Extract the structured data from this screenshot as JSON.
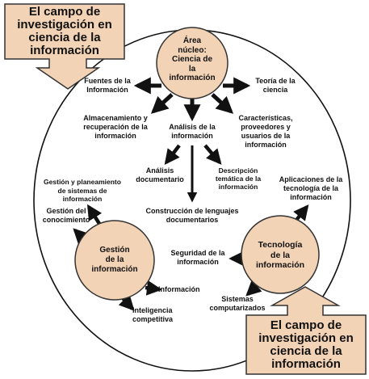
{
  "callouts": {
    "top": [
      "El campo de",
      "investigación en",
      "ciencia de la",
      "información"
    ],
    "bottom": [
      "El campo de",
      "investigación en",
      "ciencia de la",
      "información"
    ]
  },
  "nodes": {
    "core": [
      "Área",
      "núcleo:",
      "Ciencia de",
      "la",
      "información"
    ],
    "management": [
      "Gestión",
      "de la",
      "información"
    ],
    "technology": [
      "Tecnología",
      "de la",
      "información"
    ]
  },
  "labels": {
    "fuentes": [
      "Fuentes de la",
      "Información"
    ],
    "teoria": [
      "Teoría de la",
      "ciencia"
    ],
    "almacenamiento": [
      "Almacenamiento y",
      "recuperación de la",
      "información"
    ],
    "analisis": [
      "Análisis de la",
      "información"
    ],
    "caracteristicas": [
      "Características,",
      "proveedores y",
      "usuarios de la",
      "información"
    ],
    "analisis_doc": [
      "Análisis",
      "documentario"
    ],
    "descripcion": [
      "Descripción",
      "temática de la",
      "información"
    ],
    "construccion": [
      "Construcción de lenguajes",
      "documentarios"
    ],
    "gestion_planeamiento": [
      "Gestión y planeamiento",
      "de sistemas de",
      "información"
    ],
    "gestion_conocimiento": [
      "Gestión del",
      "conocimiento"
    ],
    "informacion": [
      "Información"
    ],
    "inteligencia": [
      "Inteligencia",
      "competitiva"
    ],
    "aplicaciones": [
      "Aplicaciones de la",
      "tecnología de la",
      "información"
    ],
    "seguridad": [
      "Seguridad de la",
      "información"
    ],
    "sistemas": [
      "Sistemas",
      "computarizados"
    ]
  },
  "colors": {
    "node_fill": "#F3D3B6",
    "callout_fill": "#F3D3B6",
    "line": "#111111",
    "background": "#FFFFFF"
  }
}
